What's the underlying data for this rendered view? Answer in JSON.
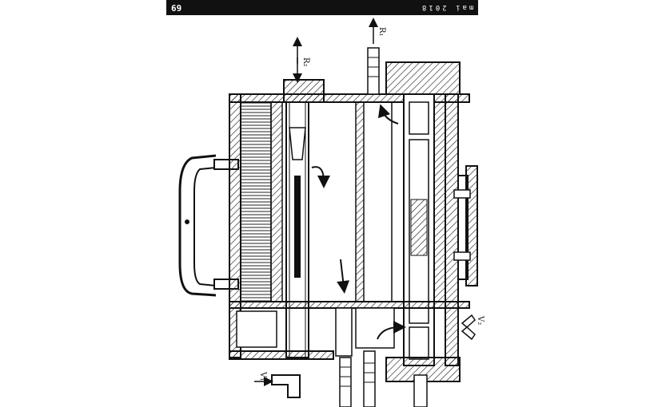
{
  "header": {
    "page_number": "69",
    "issue_date": "mai 2018"
  },
  "diagram": {
    "labels": {
      "outlet_top_left": "R₂",
      "outlet_top_right": "R₁",
      "inlet_bottom_left": "V₁",
      "valve_right": "V₂"
    }
  }
}
